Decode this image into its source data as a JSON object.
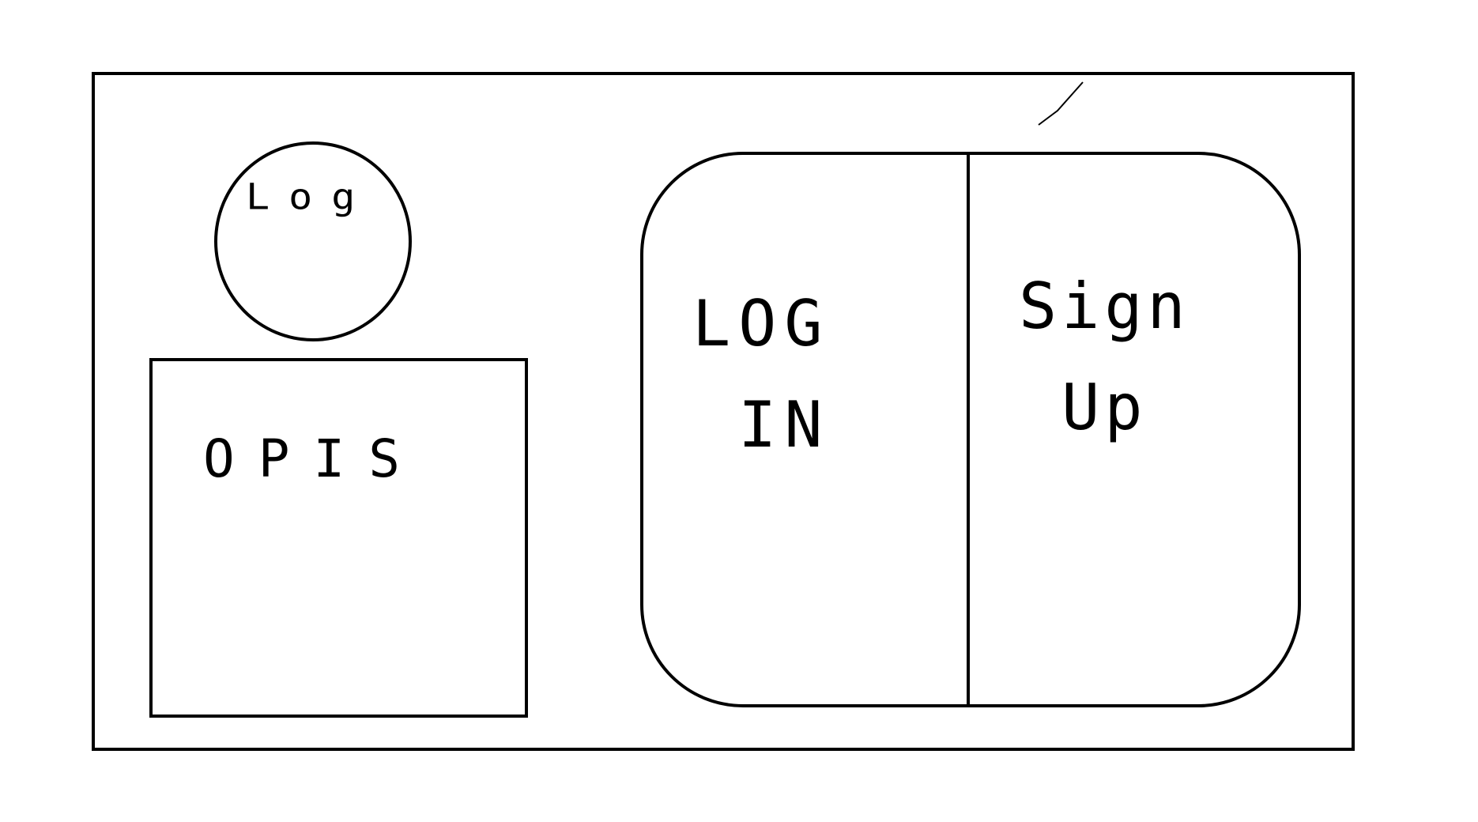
{
  "logo": {
    "label": "Log"
  },
  "description": {
    "label": "OPIS"
  },
  "auth": {
    "login_label": "LOG\n IN",
    "signup_label": "Sign\n Up"
  }
}
